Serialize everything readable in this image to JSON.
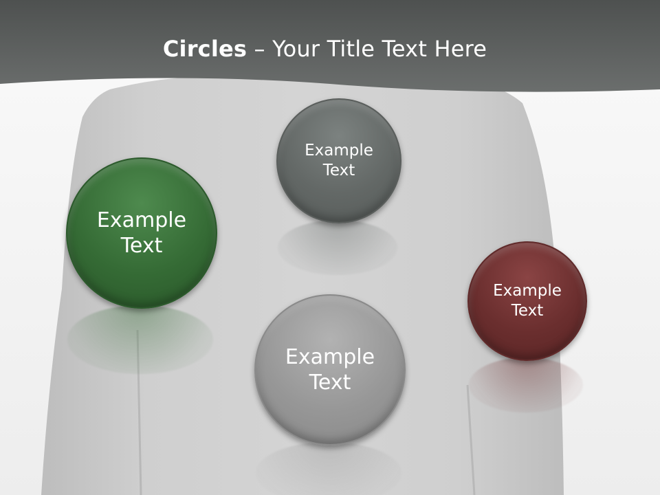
{
  "title": {
    "bold": "Circles",
    "rest": " – Your Title Text Here"
  },
  "circles": [
    {
      "id": "green",
      "line1": "Example",
      "line2": "Text",
      "color": "#356b35"
    },
    {
      "id": "dark-gray",
      "line1": "Example",
      "line2": "Text",
      "color": "#636866"
    },
    {
      "id": "light-gray",
      "line1": "Example",
      "line2": "Text",
      "color": "#979797"
    },
    {
      "id": "red",
      "line1": "Example",
      "line2": "Text",
      "color": "#6a2e2e"
    }
  ],
  "colors": {
    "header": "#5a5d5c",
    "background": "#f4f4f4",
    "silhouette": "#cdcdcd"
  }
}
